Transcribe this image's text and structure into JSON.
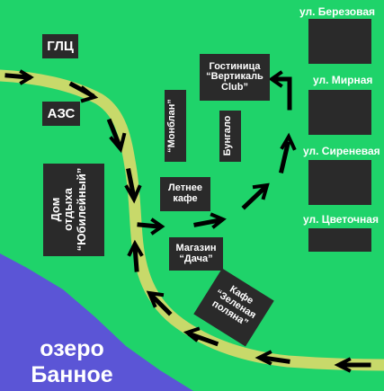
{
  "colors": {
    "grass": "#1fd36a",
    "lake": "#5b55d6",
    "path": "#c8d96a",
    "block": "#2a2a2a",
    "arrow": "#000000",
    "text": "#ffffff"
  },
  "places": {
    "glc": "ГЛЦ",
    "azs": "АЗС",
    "hotel": "Гостиница\n“Вертикаль\nClub”",
    "montblanc": "“Монблан”",
    "bungalo": "Бунгало",
    "summer_cafe": "Летнее\nкафе",
    "rest_house": "Дом\nотдыха\n“Юбилейный”",
    "shop": "Магазин\n“Дача”",
    "cafe_meadow": "Кафе\n“Зеленая\nполяна”"
  },
  "streets": {
    "berezovaya": "ул. Березовая",
    "mirnaya": "ул. Мирная",
    "sirenevaya": "ул. Сиреневая",
    "cvetochnaya": "ул. Цветочная"
  },
  "lake": {
    "name": "озеро\nБанное"
  },
  "icons": {
    "route_arrows": "arrow-icon"
  }
}
